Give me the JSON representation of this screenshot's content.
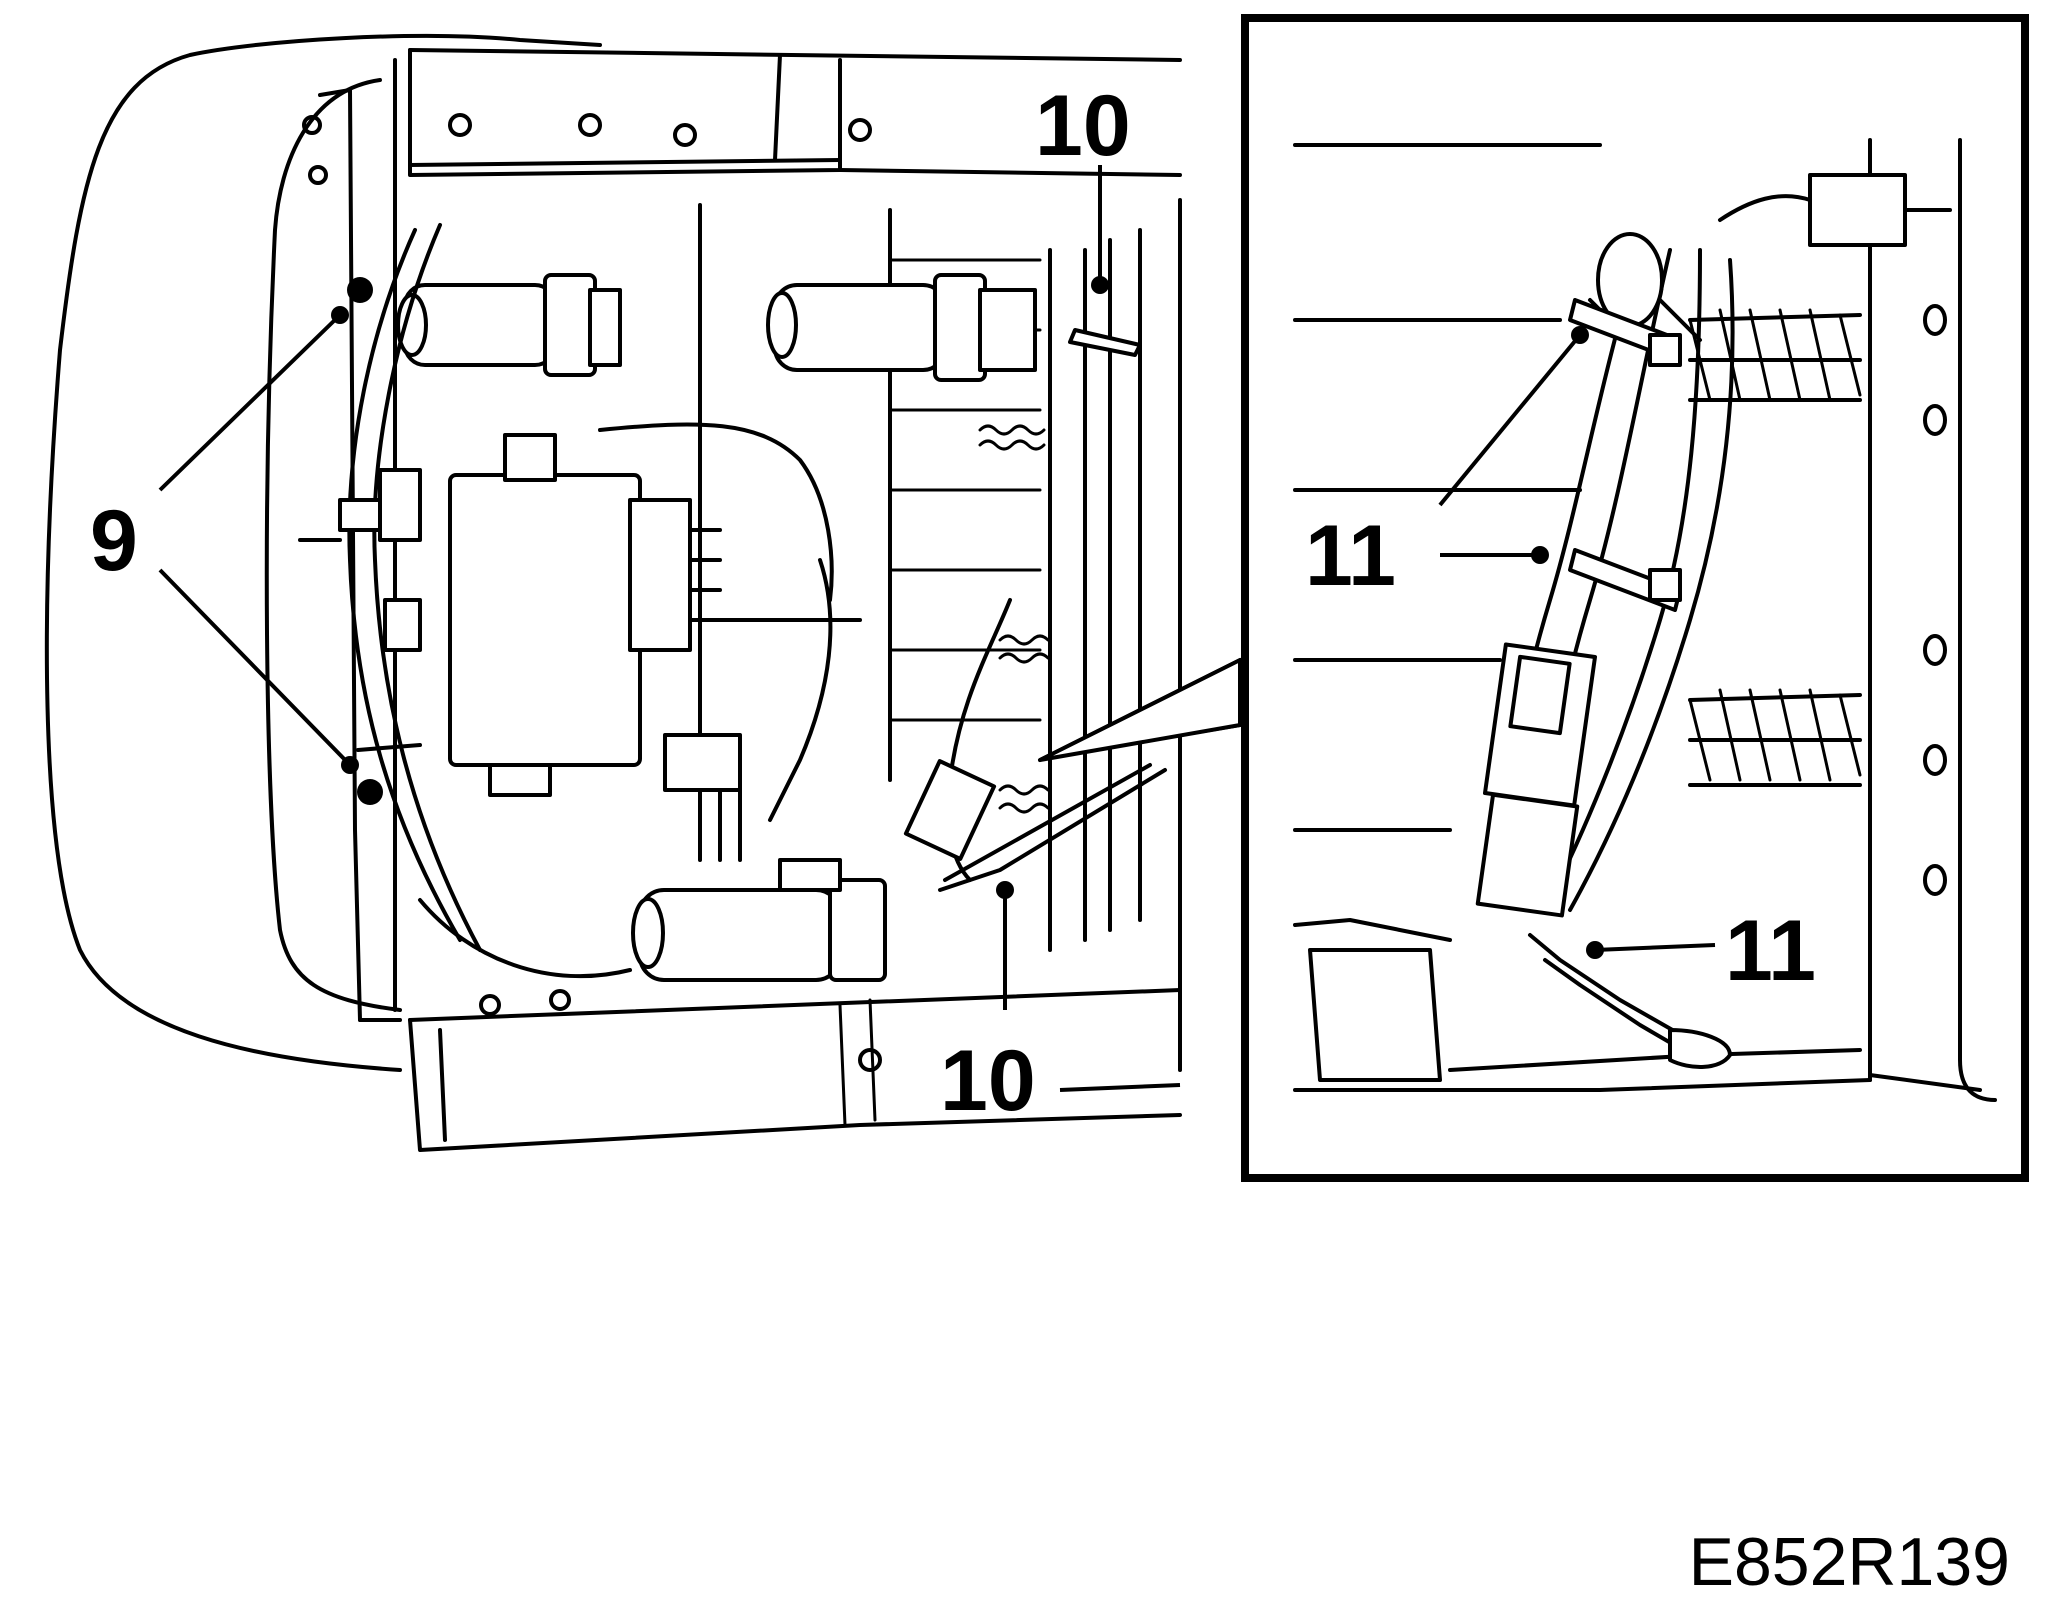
{
  "figure": {
    "id_label": "E852R139"
  },
  "callouts": {
    "c9": "9",
    "c10_top": "10",
    "c10_bottom": "10",
    "c11_top": "11",
    "c11_bottom": "11"
  }
}
